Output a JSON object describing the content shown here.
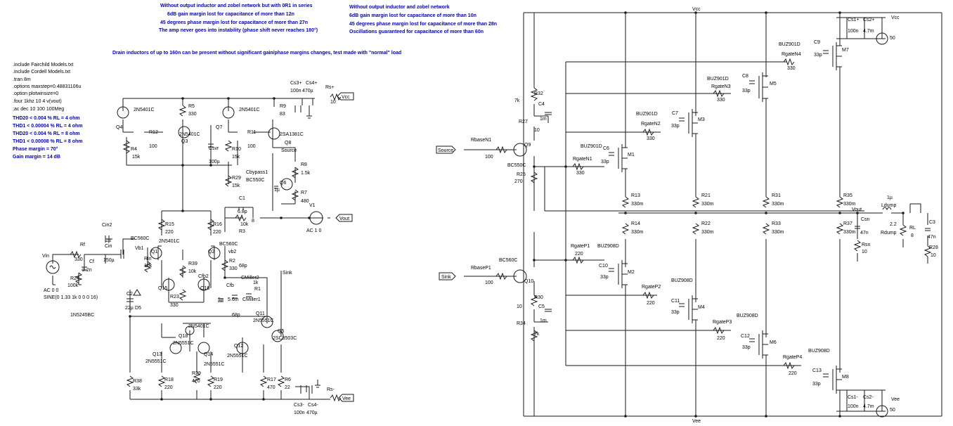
{
  "notes": {
    "left": [
      "Without output inductor and zobel network but with 0R1 in series",
      "6dB gain margin lost for capacitance of more than 12n",
      "45 degrees phase margin lost for capacitance of more than 27n",
      "The amp never goes into instability (phase shift never reaches 180°)"
    ],
    "right": [
      "Without output inductor and zobel network",
      "6dB gain margin lost for capacitance of more than 10n",
      "45 degrees phase margin lost for capacitance of more than 28n",
      "Oscillations guaranteed for capacitance of more than 60n"
    ],
    "drain": "Drain inductors of up to 160n can be present without significant gain/phase margins changes, test made with \"normal\" load"
  },
  "directives": [
    ".include Fairchild Models.txt",
    ".include Cordell Models.txt",
    ".tran 8m",
    ".options maxstep=0.48831106u",
    ".option plotwinsize=0",
    ".four 1khz 10 4 v(vout)",
    ";ac dec 10 100 100Meg"
  ],
  "results": [
    "THD20 < 0.004 % RL = 4 ohm",
    "THD1 < 0.00004 % RL = 4 ohm",
    "THD20 < 0.004 % RL = 8 ohm",
    "THD1 < 0.00008 % RL = 8 ohm",
    "Phase margin = 70°",
    "Gain margin = 14 dB"
  ],
  "labels": {
    "Q4": "Q4",
    "Q4m": "2N5401C",
    "R5": "R5",
    "R5v": "330",
    "R12": "R12",
    "R12v": "100",
    "Q3": "Q3",
    "Q3m": "2N5401C",
    "R4": "R4",
    "R4v": "15k",
    "Q7": "Q7",
    "Q7m": "2N5401C",
    "R9": "R9",
    "R9v": "83",
    "R11": "R11",
    "R11v": "100",
    "Q8": "Q8",
    "Q8m": "2SA1381C",
    "Csvr": "Csvr",
    "Csvrv": "100µ",
    "R10": "R10",
    "R10v": "15k",
    "R29": "R29",
    "R29v": "15k",
    "Cs3p": "Cs3+",
    "Cs4p": "Cs4+",
    "Cs3pv": "100n",
    "Cs4pv": "470µ",
    "Rsp": "Rs+",
    "Rspv": "10",
    "Vcc": "Vcc",
    "Vee": "Vee",
    "Source": "Source",
    "R8": "R8",
    "R8v": "1.5k",
    "Cbypass1": "Cbypass1",
    "Q6": "Q6",
    "Q6m": "BC550C",
    "R7": "R7",
    "R7v": "480",
    "C1": "C1",
    "C1v": "6.8p",
    "R3": "R3",
    "R3v": "10k",
    "V1": "V1",
    "V1v": "AC 1 0",
    "Vout": "Vout",
    "onep": "1µ",
    "Cin2": "Cin2",
    "Cin2v": "1µ",
    "Cin": "Cin",
    "Cinv": "150µ",
    "Rf": "Rf",
    "Rfv": "330",
    "Cf": "Cf",
    "Cfv": "2.2n",
    "Vin": "Vin",
    "R24": "R24",
    "R24v": "100k",
    "ACin": "AC 0 0",
    "SINE": "SINE(0 1.33 1k 0 0 0 16)",
    "R15": "R15",
    "R15v": "220",
    "R16": "R16",
    "R16v": "220",
    "BC560C": "BC560C",
    "Q1": "Q1",
    "Q1m": "2N5401C",
    "Vb1": "Vb1",
    "Q2": "Q2",
    "Vb2": "vb2",
    "Rin": "Rin",
    "Rinv": "10k",
    "R39": "R39",
    "R39v": "10k",
    "R2": "R2",
    "R2v": "330",
    "p68": "68p",
    "Sink": "Sink",
    "Cfb2": "Cfb2",
    "Cfb": "Cfb",
    "Cfbv": "5.6m",
    "CMiller2": "CMiller2",
    "CMiller1": "CMiller1",
    "R1": "R1",
    "R1v": "1k",
    "Q15": "Q15",
    "Q16": "Q16",
    "R23": "R23",
    "R23v": "330",
    "C2": "C2",
    "C2v": "22µ",
    "D5": "D5",
    "D5m": "1N5245BC",
    "Q11": "Q11",
    "Q11m": "2N5551C",
    "Q5": "Q5",
    "Q5m": "2SC3503C",
    "Q18": "Q18",
    "Q18m": "2N5401C",
    "Q18b": "2N5551C",
    "Q13": "Q13",
    "Q13m": "2N5551C",
    "Q14": "Q14",
    "Q14m": "2N5551C",
    "Q12": "Q12",
    "Q12m": "2N5551C",
    "R38": "R38",
    "R38v": "33k",
    "R18": "R18",
    "R18v": "220",
    "R20": "R20",
    "R20v": "470",
    "R19": "R19",
    "R19v": "220",
    "R17": "R17",
    "R17v": "470",
    "R6": "R6",
    "R6v": "22",
    "Cs3m": "Cs3-",
    "Cs4m": "Cs4-",
    "Cs3mv": "100n",
    "Cs4mv": "470µ",
    "Rsm": "Rs-",
    "R32": "R32",
    "R32v": "7k",
    "C4": "C4",
    "C4v": "1m",
    "R27": "R27",
    "R27v": "10",
    "RbaseN1": "RbaseN1",
    "RbaseN1v": "100",
    "Q9": "Q9",
    "Q9m": "BC550C",
    "R25": "R25",
    "R25v": "270",
    "RbaseP1": "RbaseP1",
    "RbaseP1v": "100",
    "Q10": "Q10",
    "Q10m": "BC560C",
    "R30": "R30",
    "R30v": "10",
    "C5": "C5",
    "C5v": "1m",
    "R34": "R34",
    "R34v": "7k",
    "BUZ901D": "BUZ901D",
    "BUZ908D": "BUZ908D",
    "RgateN1": "RgateN1",
    "RgateN2": "RgateN2",
    "RgateN3": "RgateN3",
    "RgateN4": "RgateN4",
    "RgateP1": "RgateP1",
    "RgateP2": "RgateP2",
    "RgateP3": "RgateP3",
    "RgateP4": "RgateP4",
    "v330": "330",
    "v220": "220",
    "v33p": "33p",
    "M1": "M1",
    "M2": "M2",
    "M3": "M3",
    "M4": "M4",
    "M5": "M5",
    "M6": "M6",
    "M7": "M7",
    "M8": "M8",
    "C6": "C6",
    "C7": "C7",
    "C8": "C8",
    "C9": "C9",
    "C10": "C10",
    "C11": "C11",
    "C12": "C12",
    "C13": "C13",
    "R13": "R13",
    "R14": "R14",
    "R21": "R21",
    "R22": "R22",
    "R31": "R31",
    "R33": "R33",
    "R35": "R35",
    "R37": "R37",
    "v330m": "330m",
    "Cs1p": "Cs1+",
    "Cs2p": "Cs2+",
    "Cs1pv": "100n",
    "Cs2pv": "4.7m",
    "V50": "50",
    "Cs1m": "Cs1-",
    "Cs2m": "Cs2-",
    "Csn": "Csn",
    "Csnv": "47n",
    "Rsn": "Rsn",
    "Rsnv": "10",
    "Ldump": "Ldump",
    "Ldumpv": "1µ",
    "Rdump": "Rdump",
    "Rdumpv": "2.2",
    "RL": "RL",
    "RLv": "8",
    "C3": "C3",
    "C3v": "47n",
    "R28": "R28",
    "R28v": "10"
  }
}
